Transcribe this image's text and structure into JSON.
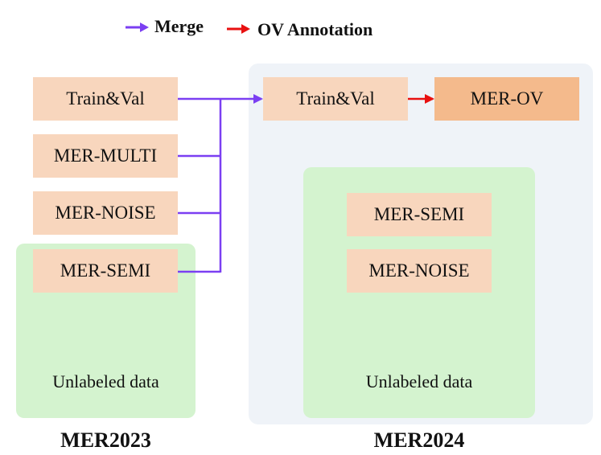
{
  "legend": {
    "merge_label": "Merge",
    "merge_color": "#7b3ff2",
    "ov_label": "OV Annotation",
    "ov_color": "#e81010"
  },
  "mer2023": {
    "title": "MER2023",
    "boxes": [
      "Train&Val",
      "MER-MULTI",
      "MER-NOISE",
      "MER-SEMI"
    ],
    "unlabeled_caption": "Unlabeled data"
  },
  "mer2024": {
    "title": "MER2024",
    "trainval": "Train&Val",
    "mer_ov": "MER-OV",
    "boxes": [
      "MER-SEMI",
      "MER-NOISE"
    ],
    "unlabeled_caption": "Unlabeled data"
  },
  "colors": {
    "box_fill": "#f8d6bd",
    "ov_box_fill": "#f4ba8c",
    "unlabeled_fill": "#d4f3cf",
    "panel_fill": "#eff3f8"
  }
}
